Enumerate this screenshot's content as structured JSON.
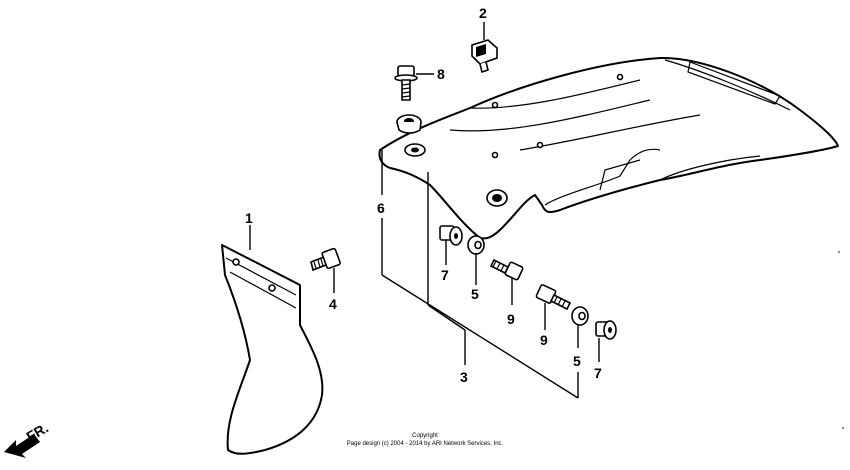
{
  "callouts": [
    {
      "id": "1",
      "label": "1"
    },
    {
      "id": "2",
      "label": "2"
    },
    {
      "id": "3",
      "label": "3"
    },
    {
      "id": "4",
      "label": "4"
    },
    {
      "id": "5a",
      "label": "5"
    },
    {
      "id": "5b",
      "label": "5"
    },
    {
      "id": "6",
      "label": "6"
    },
    {
      "id": "7a",
      "label": "7"
    },
    {
      "id": "7b",
      "label": "7"
    },
    {
      "id": "8",
      "label": "8"
    },
    {
      "id": "9a",
      "label": "9"
    },
    {
      "id": "9b",
      "label": "9"
    }
  ],
  "direction_label": "FR.",
  "copyright": {
    "line1": "Copyright",
    "line2": "Page design (c) 2004 - 2014 by ARI Network Services, Inc."
  }
}
